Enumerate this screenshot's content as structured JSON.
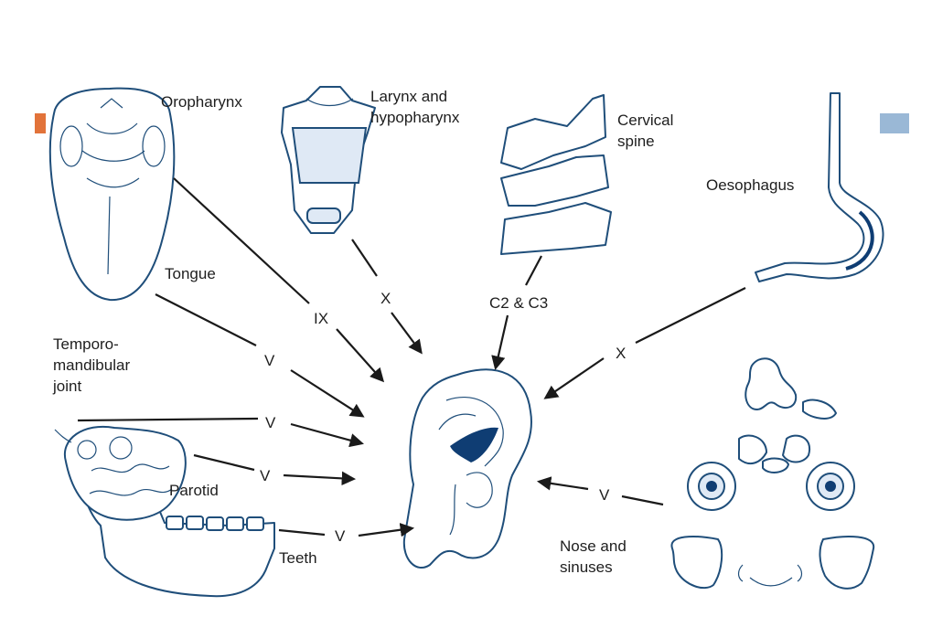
{
  "colors": {
    "accent_left": "#e2733a",
    "accent_right": "#9ab8d6",
    "outline": "#1f4e7a",
    "ear_fill": "#0f3d73",
    "arrow": "#1a1a1a"
  },
  "sources": {
    "oropharynx": "Oropharynx",
    "larynx_line1": "Larynx and",
    "larynx_line2": "hypopharynx",
    "cervical_line1": "Cervical",
    "cervical_line2": "spine",
    "oesophagus": "Oesophagus",
    "tongue": "Tongue",
    "tmj_line1": "Temporo-",
    "tmj_line2": "mandibular",
    "tmj_line3": "joint",
    "parotid": "Parotid",
    "teeth": "Teeth",
    "nose_line1": "Nose and",
    "nose_line2": "sinuses"
  },
  "nerves": {
    "oropharynx": "IX",
    "larynx": "X",
    "cervical": "C2 & C3",
    "oesophagus": "X",
    "tongue": "V",
    "tmj": "V",
    "parotid": "V",
    "teeth": "V",
    "nose": "V"
  },
  "icons": [
    "tongue-icon",
    "larynx-icon",
    "cervical-spine-icon",
    "oesophagus-icon",
    "mandible-parotid-icon",
    "sinuses-face-icon",
    "ear-icon"
  ]
}
